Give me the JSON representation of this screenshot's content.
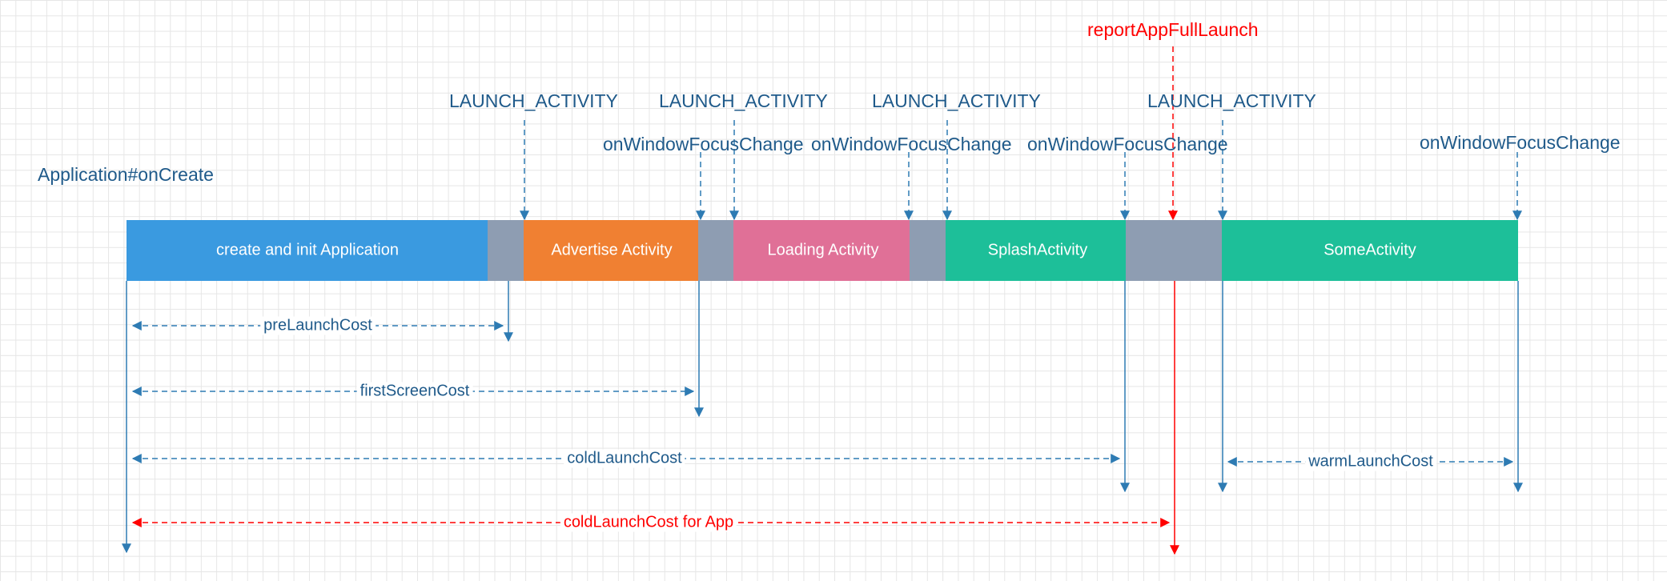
{
  "labels": {
    "application_oncreate": "Application#onCreate",
    "report_app_full_launch": "reportAppFullLaunch",
    "launch_activity": "LAUNCH_ACTIVITY",
    "on_window_focus_change": "onWindowFocusChange"
  },
  "segments": [
    {
      "label": "create and init Application",
      "color": "#3a9ae0"
    },
    {
      "label": "",
      "color": "#8e9db2"
    },
    {
      "label": "Advertise Activity",
      "color": "#f08032"
    },
    {
      "label": "",
      "color": "#8e9db2"
    },
    {
      "label": "Loading Activity",
      "color": "#e07097"
    },
    {
      "label": "",
      "color": "#8e9db2"
    },
    {
      "label": "SplashActivity",
      "color": "#1dbf99"
    },
    {
      "label": "",
      "color": "#8e9db2"
    },
    {
      "label": "SomeActivity",
      "color": "#1dbf99"
    }
  ],
  "metrics": {
    "pre_launch": "preLaunchCost",
    "first_screen": "firstScreenCost",
    "cold_launch": "coldLaunchCost",
    "warm_launch": "warmLaunchCost",
    "cold_launch_app": "coldLaunchCost for App"
  },
  "colors": {
    "line_blue": "#2e7bb3",
    "text_blue": "#1f5a8a",
    "red": "#ff0000"
  }
}
